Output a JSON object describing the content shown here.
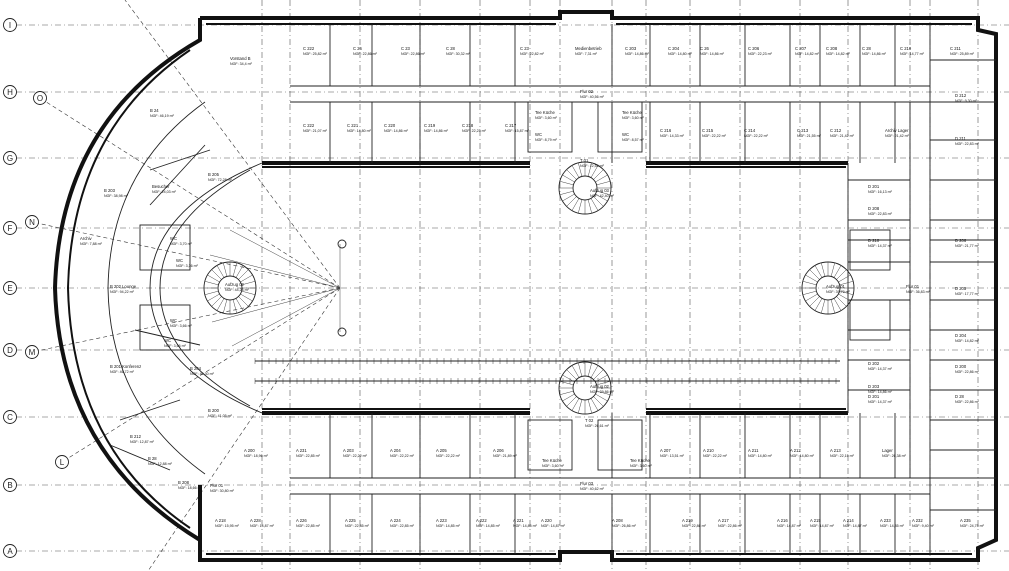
{
  "axes": {
    "rows": [
      {
        "label": "I"
      },
      {
        "label": "H"
      },
      {
        "label": "G"
      },
      {
        "label": "F"
      },
      {
        "label": "E"
      },
      {
        "label": "D"
      },
      {
        "label": "C"
      },
      {
        "label": "B"
      },
      {
        "label": "A"
      }
    ],
    "radials": [
      {
        "label": "O"
      },
      {
        "label": "N"
      },
      {
        "label": "M"
      },
      {
        "label": "L"
      }
    ]
  },
  "rooms": [
    {
      "name": "Vorstand B",
      "area": "NGF: 34,4 m²"
    },
    {
      "name": "C 222",
      "area": "NGF: 25,82 m²"
    },
    {
      "name": "C 26",
      "area": "NGF: 22,86 m²"
    },
    {
      "name": "C 23",
      "area": "NGF: 22,86 m²"
    },
    {
      "name": "C 28",
      "area": "NGF: 30,32 m²"
    },
    {
      "name": "C 23",
      "area": "NGF: 22,82 m²"
    },
    {
      "name": "Medienbetrieb",
      "area": "NGF: 7,31 m²"
    },
    {
      "name": "C 203",
      "area": "NGF: 14,86 m²"
    },
    {
      "name": "C 204",
      "area": "NGF: 14,80 m²"
    },
    {
      "name": "C 26",
      "area": "NGF: 14,86 m²"
    },
    {
      "name": "C 206",
      "area": "NGF: 22,23 m²"
    },
    {
      "name": "C 207",
      "area": "NGF: 14,82 m²"
    },
    {
      "name": "C 208",
      "area": "NGF: 14,82 m²"
    },
    {
      "name": "C 28",
      "area": "NGF: 14,86 m²"
    },
    {
      "name": "C 210",
      "area": "NGF: 14,77 m²"
    },
    {
      "name": "C 211",
      "area": "NGF: 25,89 m²"
    },
    {
      "name": "Flur 02",
      "area": "NGF: 40,56 m²"
    },
    {
      "name": "C 222",
      "area": "NGF: 21,07 m²"
    },
    {
      "name": "C 221",
      "area": "NGF: 14,80 m²"
    },
    {
      "name": "C 220",
      "area": "NGF: 14,86 m²"
    },
    {
      "name": "C 219",
      "area": "NGF: 14,86 m²"
    },
    {
      "name": "C 218",
      "area": "NGF: 22,23 m²"
    },
    {
      "name": "C 217",
      "area": "NGF: 15,87 m²"
    },
    {
      "name": "Tee Küche",
      "area": "NGF: 3,60 m²"
    },
    {
      "name": "Tee Küche",
      "area": "NGF: 3,60 m²"
    },
    {
      "name": "C 216",
      "area": "NGF: 14,33 m²"
    },
    {
      "name": "C 215",
      "area": "NGF: 22,22 m²"
    },
    {
      "name": "C 214",
      "area": "NGF: 22,22 m²"
    },
    {
      "name": "C 213",
      "area": "NGF: 21,55 m²"
    },
    {
      "name": "C 212",
      "area": "NGF: 21,42 m²"
    },
    {
      "name": "Archiv Lager",
      "area": "NGF: 21,42 m²"
    },
    {
      "name": "D 212",
      "area": "NGF: 9,30 m²"
    },
    {
      "name": "D 211",
      "area": "NGF: 22,83 m²"
    },
    {
      "name": "WC",
      "area": "NGF: 8,79 m²"
    },
    {
      "name": "WC",
      "area": "NGF: 8,57 m²"
    },
    {
      "name": "T 01",
      "area": "NGF: 12,54 m²"
    },
    {
      "name": "Aufzug 03",
      "area": "NGF: 42,40 m²"
    },
    {
      "name": "B 24",
      "area": "NGF: 46,19 m²"
    },
    {
      "name": "B 205",
      "area": "NGF: 72,28 m²"
    },
    {
      "name": "Besucher",
      "area": "NGF: 24,03 m²"
    },
    {
      "name": "B 203",
      "area": "NGF: 38,98 m²"
    },
    {
      "name": "Archiv",
      "area": "NGF: 7,88 m²"
    },
    {
      "name": "WC",
      "area": "NGF: 3,70 m²"
    },
    {
      "name": "WC",
      "area": "NGF: 3,36 m²"
    },
    {
      "name": "B 202 Lounge",
      "area": "NGF: 94,22 m²"
    },
    {
      "name": "Aufzug 02",
      "area": "NGF: 44,24 m²"
    },
    {
      "name": "WC",
      "area": "NGF: 3,66 m²"
    },
    {
      "name": "WC",
      "area": "NGF: 3,66 m²"
    },
    {
      "name": "B 201 Konferenz",
      "area": "NGF: 46,72 m²"
    },
    {
      "name": "B 204",
      "area": "NGF: 40,30 m²"
    },
    {
      "name": "B 200",
      "area": "NGF: 41,05 m²"
    },
    {
      "name": "B 212",
      "area": "NGF: 12,87 m²"
    },
    {
      "name": "B 28",
      "area": "NGF: 12,88 m²"
    },
    {
      "name": "B 208",
      "area": "NGF: 18,66 m²"
    },
    {
      "name": "D 201",
      "area": "NGF: 16,13 m²"
    },
    {
      "name": "D 208",
      "area": "NGF: 22,83 m²"
    },
    {
      "name": "D 210",
      "area": "NGF: 14,37 m²"
    },
    {
      "name": "D 206",
      "area": "NGF: 21,77 m²"
    },
    {
      "name": "Aufzug 01",
      "area": "NGF: 39,79 m²"
    },
    {
      "name": "Flur 01",
      "area": "NGF: 36,83 m²"
    },
    {
      "name": "D 205",
      "area": "NGF: 17,77 m²"
    },
    {
      "name": "D 204",
      "area": "NGF: 14,82 m²"
    },
    {
      "name": "D 202",
      "area": "NGF: 14,37 m²"
    },
    {
      "name": "D 203",
      "area": "NGF: 14,86 m²"
    },
    {
      "name": "D 201",
      "area": "NGF: 14,37 m²"
    },
    {
      "name": "D 200",
      "area": "NGF: 22,86 m²"
    },
    {
      "name": "D 28",
      "area": "NGF: 22,86 m²"
    },
    {
      "name": "Aufzug 02",
      "area": "NGF: 39,86 m²"
    },
    {
      "name": "T 02",
      "area": "NGF: 26,61 m²"
    },
    {
      "name": "A 200",
      "area": "NGF: 18,96 m²"
    },
    {
      "name": "A 231",
      "area": "NGF: 22,85 m²"
    },
    {
      "name": "A 203",
      "area": "NGF: 22,22 m²"
    },
    {
      "name": "A 204",
      "area": "NGF: 22,22 m²"
    },
    {
      "name": "A 205",
      "area": "NGF: 22,22 m²"
    },
    {
      "name": "A 206",
      "area": "NGF: 21,89 m²"
    },
    {
      "name": "Tee Küche",
      "area": "NGF: 3,60 m²"
    },
    {
      "name": "Tee Küche",
      "area": "NGF: 3,60 m²"
    },
    {
      "name": "A 207",
      "area": "NGF: 13,51 m²"
    },
    {
      "name": "A 210",
      "area": "NGF: 22,22 m²"
    },
    {
      "name": "A 211",
      "area": "NGF: 14,80 m²"
    },
    {
      "name": "A 212",
      "area": "NGF: 14,80 m²"
    },
    {
      "name": "A 213",
      "area": "NGF: 22,15 m²"
    },
    {
      "name": "Lager",
      "area": "NGF: 26,38 m²"
    },
    {
      "name": "Flur 01",
      "area": "NGF: 30,80 m²"
    },
    {
      "name": "Flur 03",
      "area": "NGF: 40,62 m²"
    },
    {
      "name": "A 218",
      "area": "NGF: 15,95 m²"
    },
    {
      "name": "A 228",
      "area": "NGF: 14,87 m²"
    },
    {
      "name": "A 226",
      "area": "NGF: 22,85 m²"
    },
    {
      "name": "A 225",
      "area": "NGF: 22,85 m²"
    },
    {
      "name": "A 224",
      "area": "NGF: 22,85 m²"
    },
    {
      "name": "A 223",
      "area": "NGF: 14,85 m²"
    },
    {
      "name": "A 222",
      "area": "NGF: 14,85 m²"
    },
    {
      "name": "A 221",
      "area": "NGF: 14,85 m²"
    },
    {
      "name": "A 220",
      "area": "NGF: 14,87 m²"
    },
    {
      "name": "A 208",
      "area": "NGF: 26,86 m²"
    },
    {
      "name": "A 219",
      "area": "NGF: 22,86 m²"
    },
    {
      "name": "A 217",
      "area": "NGF: 22,86 m²"
    },
    {
      "name": "A 216",
      "area": "NGF: 14,87 m²"
    },
    {
      "name": "A 215",
      "area": "NGF: 14,87 m²"
    },
    {
      "name": "A 214",
      "area": "NGF: 14,87 m²"
    },
    {
      "name": "A 233",
      "area": "NGF: 14,85 m²"
    },
    {
      "name": "A 232",
      "area": "NGF: 9,40 m²"
    },
    {
      "name": "A 235",
      "area": "NGF: 24,75 m²"
    }
  ]
}
